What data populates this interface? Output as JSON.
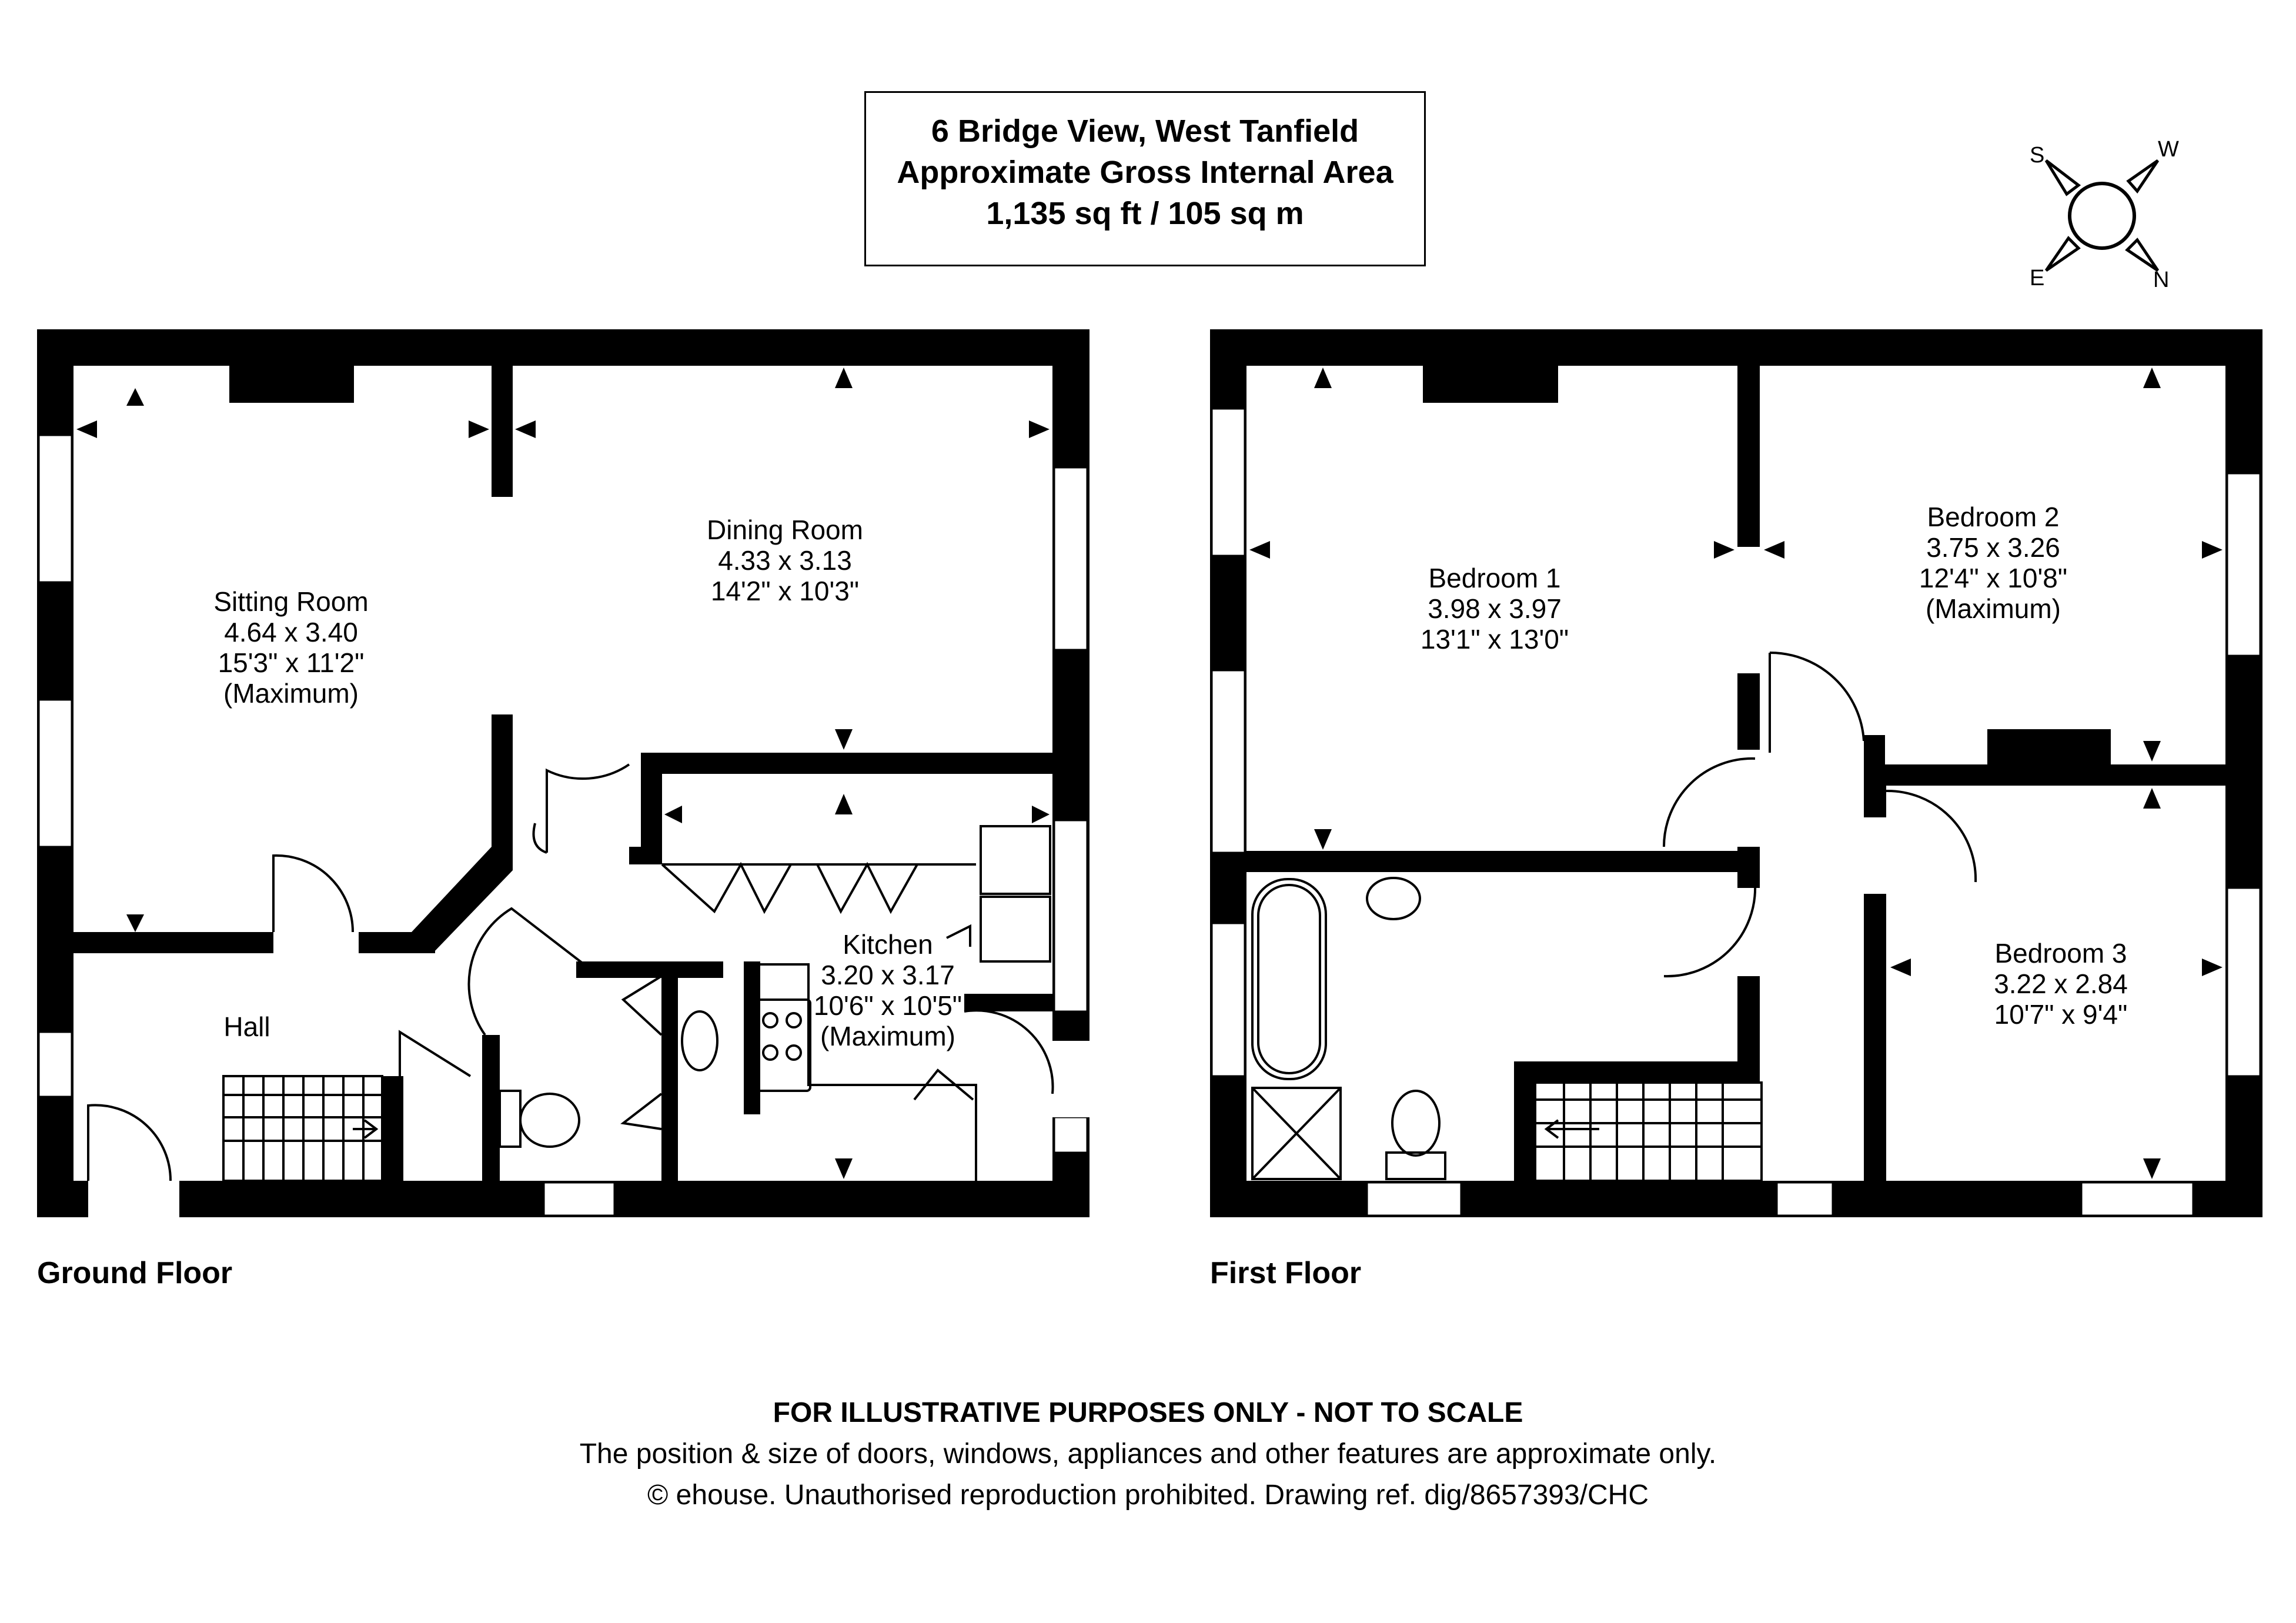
{
  "title": {
    "address": "6 Bridge View, West Tanfield",
    "subtitle": "Approximate Gross Internal Area",
    "area": "1,135 sq ft / 105 sq m"
  },
  "compass": {
    "s": "S",
    "w": "W",
    "e": "E",
    "n": "N"
  },
  "floors": {
    "ground": {
      "label": "Ground Floor"
    },
    "first": {
      "label": "First Floor"
    }
  },
  "rooms": {
    "sitting_room": {
      "name": "Sitting Room",
      "metric": "4.64 x 3.40",
      "imperial": "15'3\" x 11'2\"",
      "note": "(Maximum)"
    },
    "dining_room": {
      "name": "Dining Room",
      "metric": "4.33 x 3.13",
      "imperial": "14'2\" x 10'3\""
    },
    "kitchen": {
      "name": "Kitchen",
      "metric": "3.20 x 3.17",
      "imperial": "10'6\" x 10'5\"",
      "note": "(Maximum)"
    },
    "hall": {
      "name": "Hall"
    },
    "bedroom_1": {
      "name": "Bedroom 1",
      "metric": "3.98 x 3.97",
      "imperial": "13'1\" x 13'0\""
    },
    "bedroom_2": {
      "name": "Bedroom 2",
      "metric": "3.75 x 3.26",
      "imperial": "12'4\" x 10'8\"",
      "note": "(Maximum)"
    },
    "bedroom_3": {
      "name": "Bedroom 3",
      "metric": "3.22 x 2.84",
      "imperial": "10'7\" x 9'4\""
    }
  },
  "footer": {
    "disclaimer": "FOR ILLUSTRATIVE PURPOSES ONLY - NOT TO SCALE",
    "note": "The position & size of doors, windows, appliances and other features are approximate only.",
    "copyright": "© ehouse. Unauthorised reproduction prohibited. Drawing ref. dig/8657393/CHC"
  }
}
